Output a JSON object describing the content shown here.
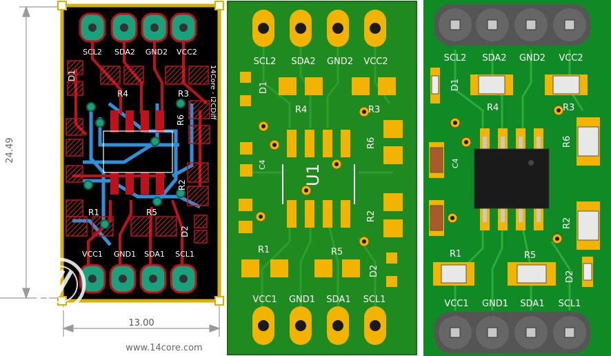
{
  "dimensions": {
    "height_mm": "24.49",
    "width_mm": "13.00"
  },
  "website": "www.14core.com",
  "silk_vertical": "14Core - I2CDiff",
  "layout_panel": {
    "top_pins": [
      "SCL2",
      "SDA2",
      "GND2",
      "VCC2"
    ],
    "bottom_pins": [
      "VCC1",
      "GND1",
      "SDA1",
      "SCL1"
    ],
    "refs": {
      "d1": "D1",
      "r4": "R4",
      "r3": "R3",
      "r6": "R6",
      "r2": "R2",
      "r1": "R1",
      "r5": "R5",
      "d2": "D2"
    }
  },
  "pcb_panel": {
    "top_pins": [
      "SCL2",
      "SDA2",
      "GND2",
      "VCC2"
    ],
    "bottom_pins": [
      "VCC1",
      "GND1",
      "SDA1",
      "SCL1"
    ],
    "refs": {
      "d1": "D1",
      "r4": "R4",
      "r3": "R3",
      "r6": "R6",
      "c4": "C4",
      "u1": "U1",
      "r2": "R2",
      "r1": "R1",
      "r5": "R5",
      "d2": "D2"
    }
  },
  "render_panel": {
    "top_pins": [
      "SCL2",
      "SDA2",
      "GND2",
      "VCC2"
    ],
    "bottom_pins": [
      "VCC1",
      "GND1",
      "SDA1",
      "SCL1"
    ],
    "refs": {
      "d1": "D1",
      "r4": "R4",
      "r3": "R3",
      "r6": "R6",
      "c4": "C4",
      "r2": "R2",
      "r1": "R1",
      "r5": "R5",
      "d2": "D2"
    }
  },
  "colors": {
    "board_green": "#1f8a1f",
    "pad_gold": "#f2b400",
    "copper_red": "#c0101a",
    "trace_blue": "#2f8fd8",
    "dim_grey": "#9a9a9a"
  }
}
